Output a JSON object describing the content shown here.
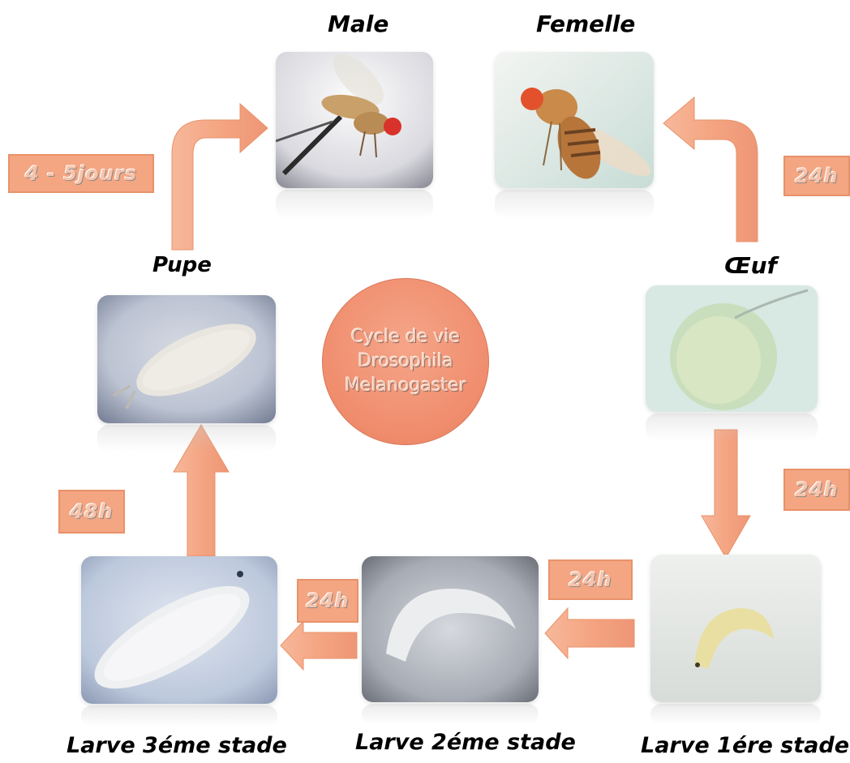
{
  "labels": {
    "male": "Male",
    "femelle": "Femelle",
    "pupe": "Pupe",
    "oeuf": "Œuf",
    "larve3": "Larve 3éme stade",
    "larve2": "Larve 2éme stade",
    "larve1": "Larve 1ére stade"
  },
  "durations": {
    "pupe_to_male": "4 - 5jours",
    "oeuf_to_femelle": "24h",
    "oeuf_to_larve1": "24h",
    "larve1_to_larve2": "24h",
    "larve2_to_larve3": "24h",
    "larve3_to_pupe": "48h"
  },
  "center": {
    "line1": "Cycle de vie",
    "line2": "Drosophila",
    "line3": "Melanogaster"
  },
  "colors": {
    "arrow": "#f4a582",
    "center": "#ef8c6c"
  }
}
